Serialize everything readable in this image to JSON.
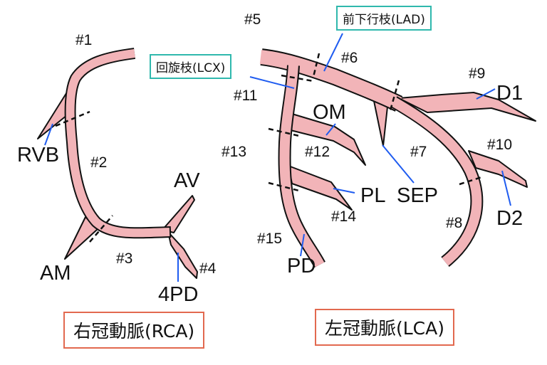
{
  "colors": {
    "vessel": "#f2b4b8",
    "outline": "#111111",
    "leader": "#1f5cf0",
    "callout_border": "#2fb8ad",
    "title_border": "#e2694f"
  },
  "rca": {
    "title": "右冠動脈(RCA)",
    "segments": {
      "s1": "#1",
      "s2": "#2",
      "s3": "#3",
      "s4": "#4"
    },
    "branches": {
      "rvb": "RVB",
      "am": "AM",
      "av": "AV",
      "pd4": "4PD"
    }
  },
  "lca": {
    "title": "左冠動脈(LCA)",
    "callouts": {
      "lad": "前下行枝(LAD)",
      "lcx": "回旋枝(LCX)"
    },
    "segments": {
      "s5": "#5",
      "s6": "#6",
      "s7": "#7",
      "s8": "#8",
      "s9": "#9",
      "s10": "#10",
      "s11": "#11",
      "s12": "#12",
      "s13": "#13",
      "s14": "#14",
      "s15": "#15"
    },
    "branches": {
      "d1": "D1",
      "d2": "D2",
      "sep": "SEP",
      "om": "OM",
      "pl": "PL",
      "pd": "PD"
    }
  }
}
